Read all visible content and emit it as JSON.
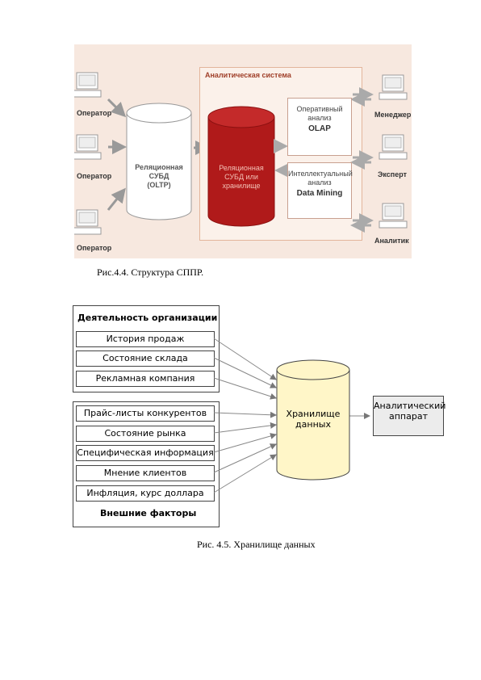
{
  "figure1": {
    "operators": [
      "Оператор",
      "Оператор",
      "Оператор"
    ],
    "oltp_label": [
      "Реляционная",
      "СУБД",
      "(OLTP)"
    ],
    "analytic_title": "Аналитическая система",
    "storage_label": [
      "Реляционная",
      "СУБД или",
      "хранилище"
    ],
    "olap_box": [
      "Оперативный",
      "анализ",
      "OLAP"
    ],
    "dm_box": [
      "Интеллектуальный",
      "анализ",
      "Data Mining"
    ],
    "roles": [
      "Менеджер",
      "Эксперт",
      "Аналитик"
    ],
    "colors": {
      "background": "#f7e8df",
      "storage": "#b01a1a",
      "panel_title": "#a0402a"
    }
  },
  "caption1": "Рис.4.4. Структура СППР.",
  "figure2": {
    "internal_title": "Деятельность организации",
    "internal_items": [
      "История продаж",
      "Состояние склада",
      "Рекламная компания"
    ],
    "external_items": [
      "Прайс-листы конкурентов",
      "Состояние рынка",
      "Специфическая информация",
      "Мнение клиентов",
      "Инфляция, курс доллара"
    ],
    "external_title": "Внешние факторы",
    "storage_label": [
      "Хранилище",
      "данных"
    ],
    "apparatus_label": [
      "Аналитический",
      "аппарат"
    ],
    "colors": {
      "storage_fill": "#fff6c8"
    }
  },
  "caption2": "Рис. 4.5. Хранилище данных"
}
